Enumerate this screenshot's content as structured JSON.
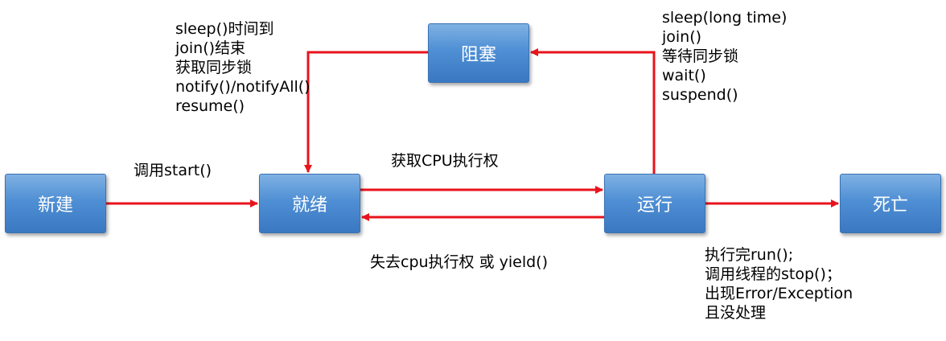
{
  "states": {
    "new": "新建",
    "ready": "就绪",
    "running": "运行",
    "dead": "死亡",
    "blocked": "阻塞"
  },
  "transitions": {
    "start": "调用start()",
    "get_cpu": "获取CPU执行权",
    "lose_cpu": "失去cpu执行权 或 yield()"
  },
  "unblock_conditions": [
    "sleep()时间到",
    "join()结束",
    "获取同步锁",
    "notify()/notifyAll()",
    "resume()"
  ],
  "block_conditions": [
    "sleep(long time)",
    "join()",
    "等待同步锁",
    "wait()",
    "suspend()"
  ],
  "death_conditions": [
    "执行完run();",
    "调用线程的stop()；",
    "出现Error/Exception",
    "且没处理"
  ],
  "colors": {
    "arrow": "#e8131c",
    "box_top": "#7fb1e3",
    "box_bottom": "#3a78c2",
    "box_text": "#ffffff"
  }
}
